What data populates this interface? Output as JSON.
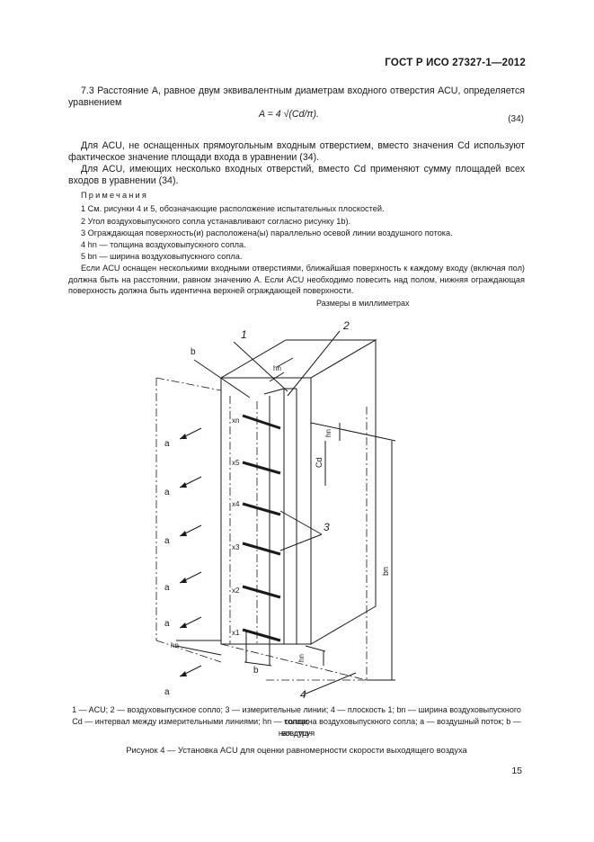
{
  "header": {
    "doc_id": "ГОСТ Р ИСО 27327-1—2012"
  },
  "section": {
    "para1": "7.3 Расстояние A, равное двум эквивалентным диаметрам входного отверстия ACU, определяется уравнением",
    "formula": "A = 4 √(Cd/π).",
    "eq_number": "(34)",
    "para2": "Для ACU, не оснащенных прямоугольным входным отверстием, вместо значения Cd используют фактическое значение площади входа в уравнении (34).",
    "para3": "Для ACU, имеющих несколько входных отверстий, вместо Cd применяют сумму площадей всех входов в уравнении (34)."
  },
  "notes": {
    "title": "Примечания",
    "items": [
      "1 См. рисунки 4 и 5, обозначающие расположение испытательных плоскостей.",
      "2 Угол воздуховыпускного сопла устанавливают согласно рисунку 1b).",
      "3 Ограждающая поверхность(и) расположена(ы) параллельно осевой линии воздушного потока.",
      "4 hn — толщина воздуховыпускного сопла.",
      "5 bn — ширина воздуховыпускного сопла."
    ],
    "tail": "Если ACU оснащен несколькими входными отверстиями, ближайшая поверхность к каждому входу (включая пол) должна быть на расстоянии, равном значению A. Если ACU необходимо повесить над полом, нижняя ограждающая поверхность должна быть идентична верхней ограждающей поверхности."
  },
  "figure": {
    "sizes_note": "Размеры в миллиметрах",
    "labels": {
      "n1": "1",
      "n2": "2",
      "n3": "3",
      "n4": "4",
      "b": "b",
      "a": "a",
      "hn": "hn",
      "cd": "Cd",
      "bn": "bn",
      "x1": "x1",
      "x2": "x2",
      "x3": "x3",
      "x4": "x4",
      "x5": "x5",
      "xn": "xn"
    },
    "caption_lines": [
      "1 — ACU; 2 — воздуховыпускное сопло; 3 — измерительные линии; 4 — плоскость 1; bn — ширина воздуховыпускного сопла;",
      "Cd — интервал между измерительными линиями; hn — толщина воздуховыпускного сопла; a — воздушный поток; b — воздуш-",
      "ная струя"
    ],
    "title": "Рисунок 4 — Установка ACU для оценки равномерности скорости выходящего воздуха"
  },
  "page": {
    "number": "15"
  }
}
